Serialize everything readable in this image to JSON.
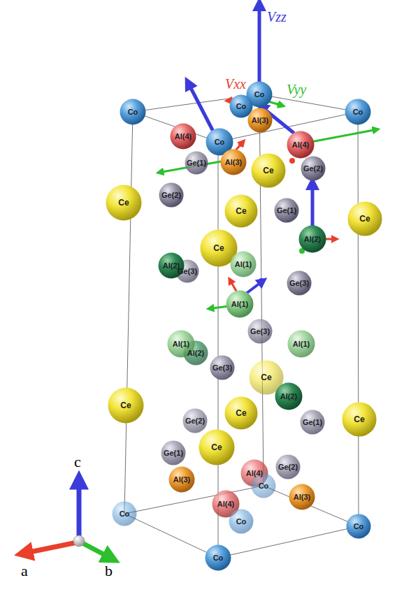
{
  "diagram": {
    "nodes": [
      {
        "text": [
          "Co"
        ]
      },
      {
        "text": [
          "Co"
        ]
      },
      {
        "text": [
          "Co"
        ]
      },
      {
        "text": [
          "Co"
        ]
      },
      {
        "text": [
          "Al(3)"
        ]
      },
      {
        "text": [
          "Al(4)"
        ]
      },
      {
        "text": [
          "Co"
        ]
      },
      {
        "text": [
          "Al(4)"
        ]
      },
      {
        "text": [
          "Ge(1)"
        ]
      },
      {
        "text": [
          "Al(3)"
        ]
      },
      {
        "text": [
          "Ce"
        ]
      },
      {
        "text": [
          "Ge(2)"
        ]
      },
      {
        "text": [
          "Ge(2)"
        ]
      },
      {
        "text": [
          "Ce"
        ]
      },
      {
        "text": [
          "Ce"
        ]
      },
      {
        "text": [
          "Ge(1)"
        ]
      },
      {
        "text": [
          "Ce"
        ]
      },
      {
        "text": [
          "Al(2)"
        ]
      },
      {
        "text": [
          "Ce"
        ]
      },
      {
        "text": [
          "Ge(3)"
        ]
      },
      {
        "text": [
          "Al(2)"
        ]
      },
      {
        "text": [
          "Al(1)"
        ]
      },
      {
        "text": [
          "Ge(3)"
        ]
      },
      {
        "text": [
          "Al(1)"
        ]
      },
      {
        "text": [
          "Ge(3)"
        ]
      },
      {
        "text": [
          "Al(2)"
        ]
      },
      {
        "text": [
          "Al(1)"
        ]
      },
      {
        "text": [
          "Al(1)"
        ]
      },
      {
        "text": [
          "Ge(3)"
        ]
      },
      {
        "text": [
          "Ce"
        ]
      },
      {
        "text": [
          "Al(2)"
        ]
      },
      {
        "text": [
          "Ce"
        ]
      },
      {
        "text": [
          "Ce"
        ]
      },
      {
        "text": [
          "Ge(2)"
        ]
      },
      {
        "text": [
          "Ge(1)"
        ]
      },
      {
        "text": [
          "Ce"
        ]
      },
      {
        "text": [
          "Ce"
        ]
      },
      {
        "text": [
          "Ge(1)"
        ]
      },
      {
        "text": [
          "Ge(2)"
        ]
      },
      {
        "text": [
          "Al(4)"
        ]
      },
      {
        "text": [
          "Co"
        ]
      },
      {
        "text": [
          "Al(3)"
        ]
      },
      {
        "text": [
          "Al(3)"
        ]
      },
      {
        "text": [
          "Co"
        ]
      },
      {
        "text": [
          "Al(4)"
        ]
      },
      {
        "text": [
          "Co"
        ]
      },
      {
        "text": [
          "Co"
        ]
      },
      {
        "text": [
          "Co"
        ]
      }
    ],
    "labels": [
      "Vzz",
      "Vxx",
      "Vyy",
      "a",
      "b",
      "c"
    ]
  }
}
